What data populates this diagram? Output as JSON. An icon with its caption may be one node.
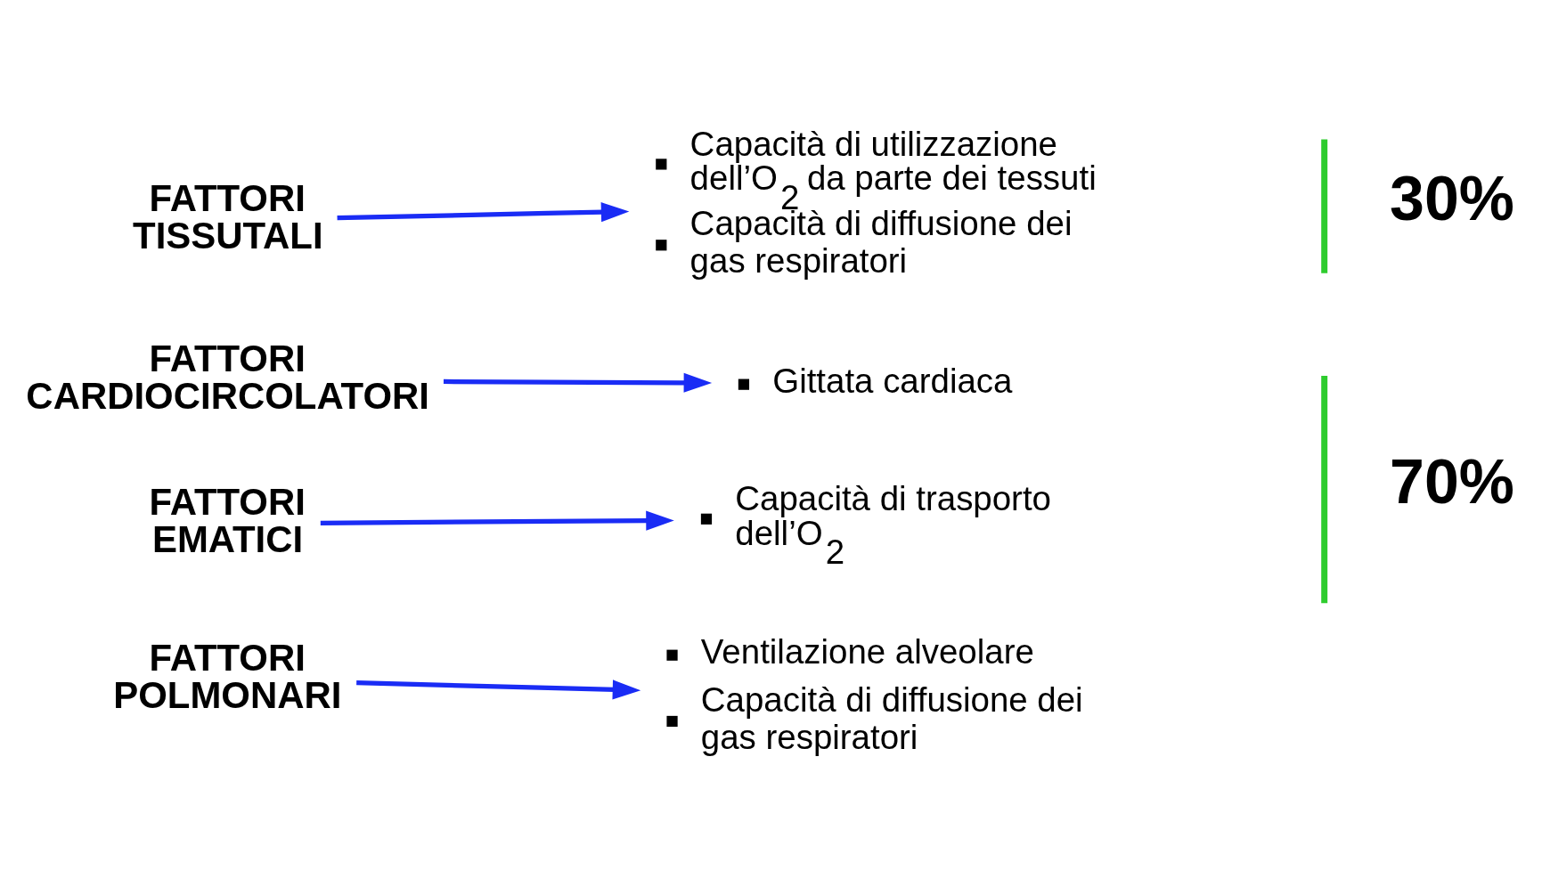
{
  "diagram": {
    "nodes": [
      {
        "text": [
          "FATTORI POLMONARI"
        ]
      },
      {
        "text": [
          "FATTORI EMATICI"
        ]
      },
      {
        "text": [
          "FATTORI CARDIOCIRCOLATORI"
        ]
      },
      {
        "text": [
          "FATTORI TISSUTALI"
        ]
      },
      {
        "text": [
          "Ventilazione alveolare",
          "Capacità di diffusione dei gas respiratori"
        ]
      },
      {
        "text": [
          "Capacità di trasporto dell’O$_{2}$"
        ]
      },
      {
        "text": [
          "Gittata cardiaca"
        ]
      },
      {
        "text": [
          "Capacità di utilizzazione dell’O$_{2}$ da parte dei tessuti",
          "Capacità di diffusione dei gas respiratori"
        ]
      }
    ],
    "edges": [
      {
        "from": 0,
        "to": 4,
        "arrow": "to"
      },
      {
        "from": 1,
        "to": 5,
        "arrow": "to"
      },
      {
        "from": 2,
        "to": 6,
        "arrow": "to"
      },
      {
        "from": 3,
        "to": 7,
        "arrow": "to"
      }
    ],
    "labels": [
      "70%",
      "30%"
    ]
  }
}
